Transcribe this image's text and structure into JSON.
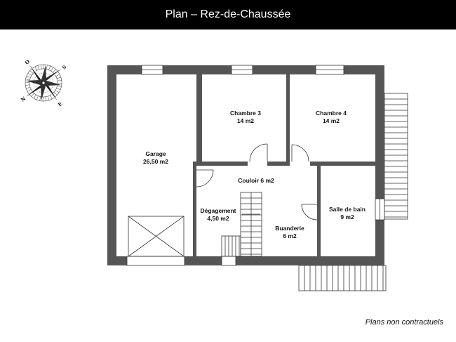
{
  "header": {
    "title": "Plan – Rez-de-Chaussée"
  },
  "colors": {
    "wall": "#555555",
    "header_bg": "#000000",
    "line": "#333333"
  },
  "compass": {
    "icon": "compass-rose-icon",
    "letters": {
      "north": "N",
      "south": "S",
      "east": "E",
      "west": "O"
    }
  },
  "rooms": {
    "garage": {
      "name": "Garage",
      "area": "26,50 m2"
    },
    "chambre3": {
      "name": "Chambre 3",
      "area": "14 m2"
    },
    "chambre4": {
      "name": "Chambre 4",
      "area": "14 m2"
    },
    "couloir": {
      "name": "Couloir 6 m2"
    },
    "degagement": {
      "name": "Dégagement",
      "area": "4,50 m2"
    },
    "buanderie": {
      "name": "Buanderie",
      "area": "6 m2"
    },
    "sdb": {
      "name": "Salle de bain",
      "area": "9 m2"
    }
  },
  "footer": {
    "disclaimer": "Plans non contractuels"
  }
}
